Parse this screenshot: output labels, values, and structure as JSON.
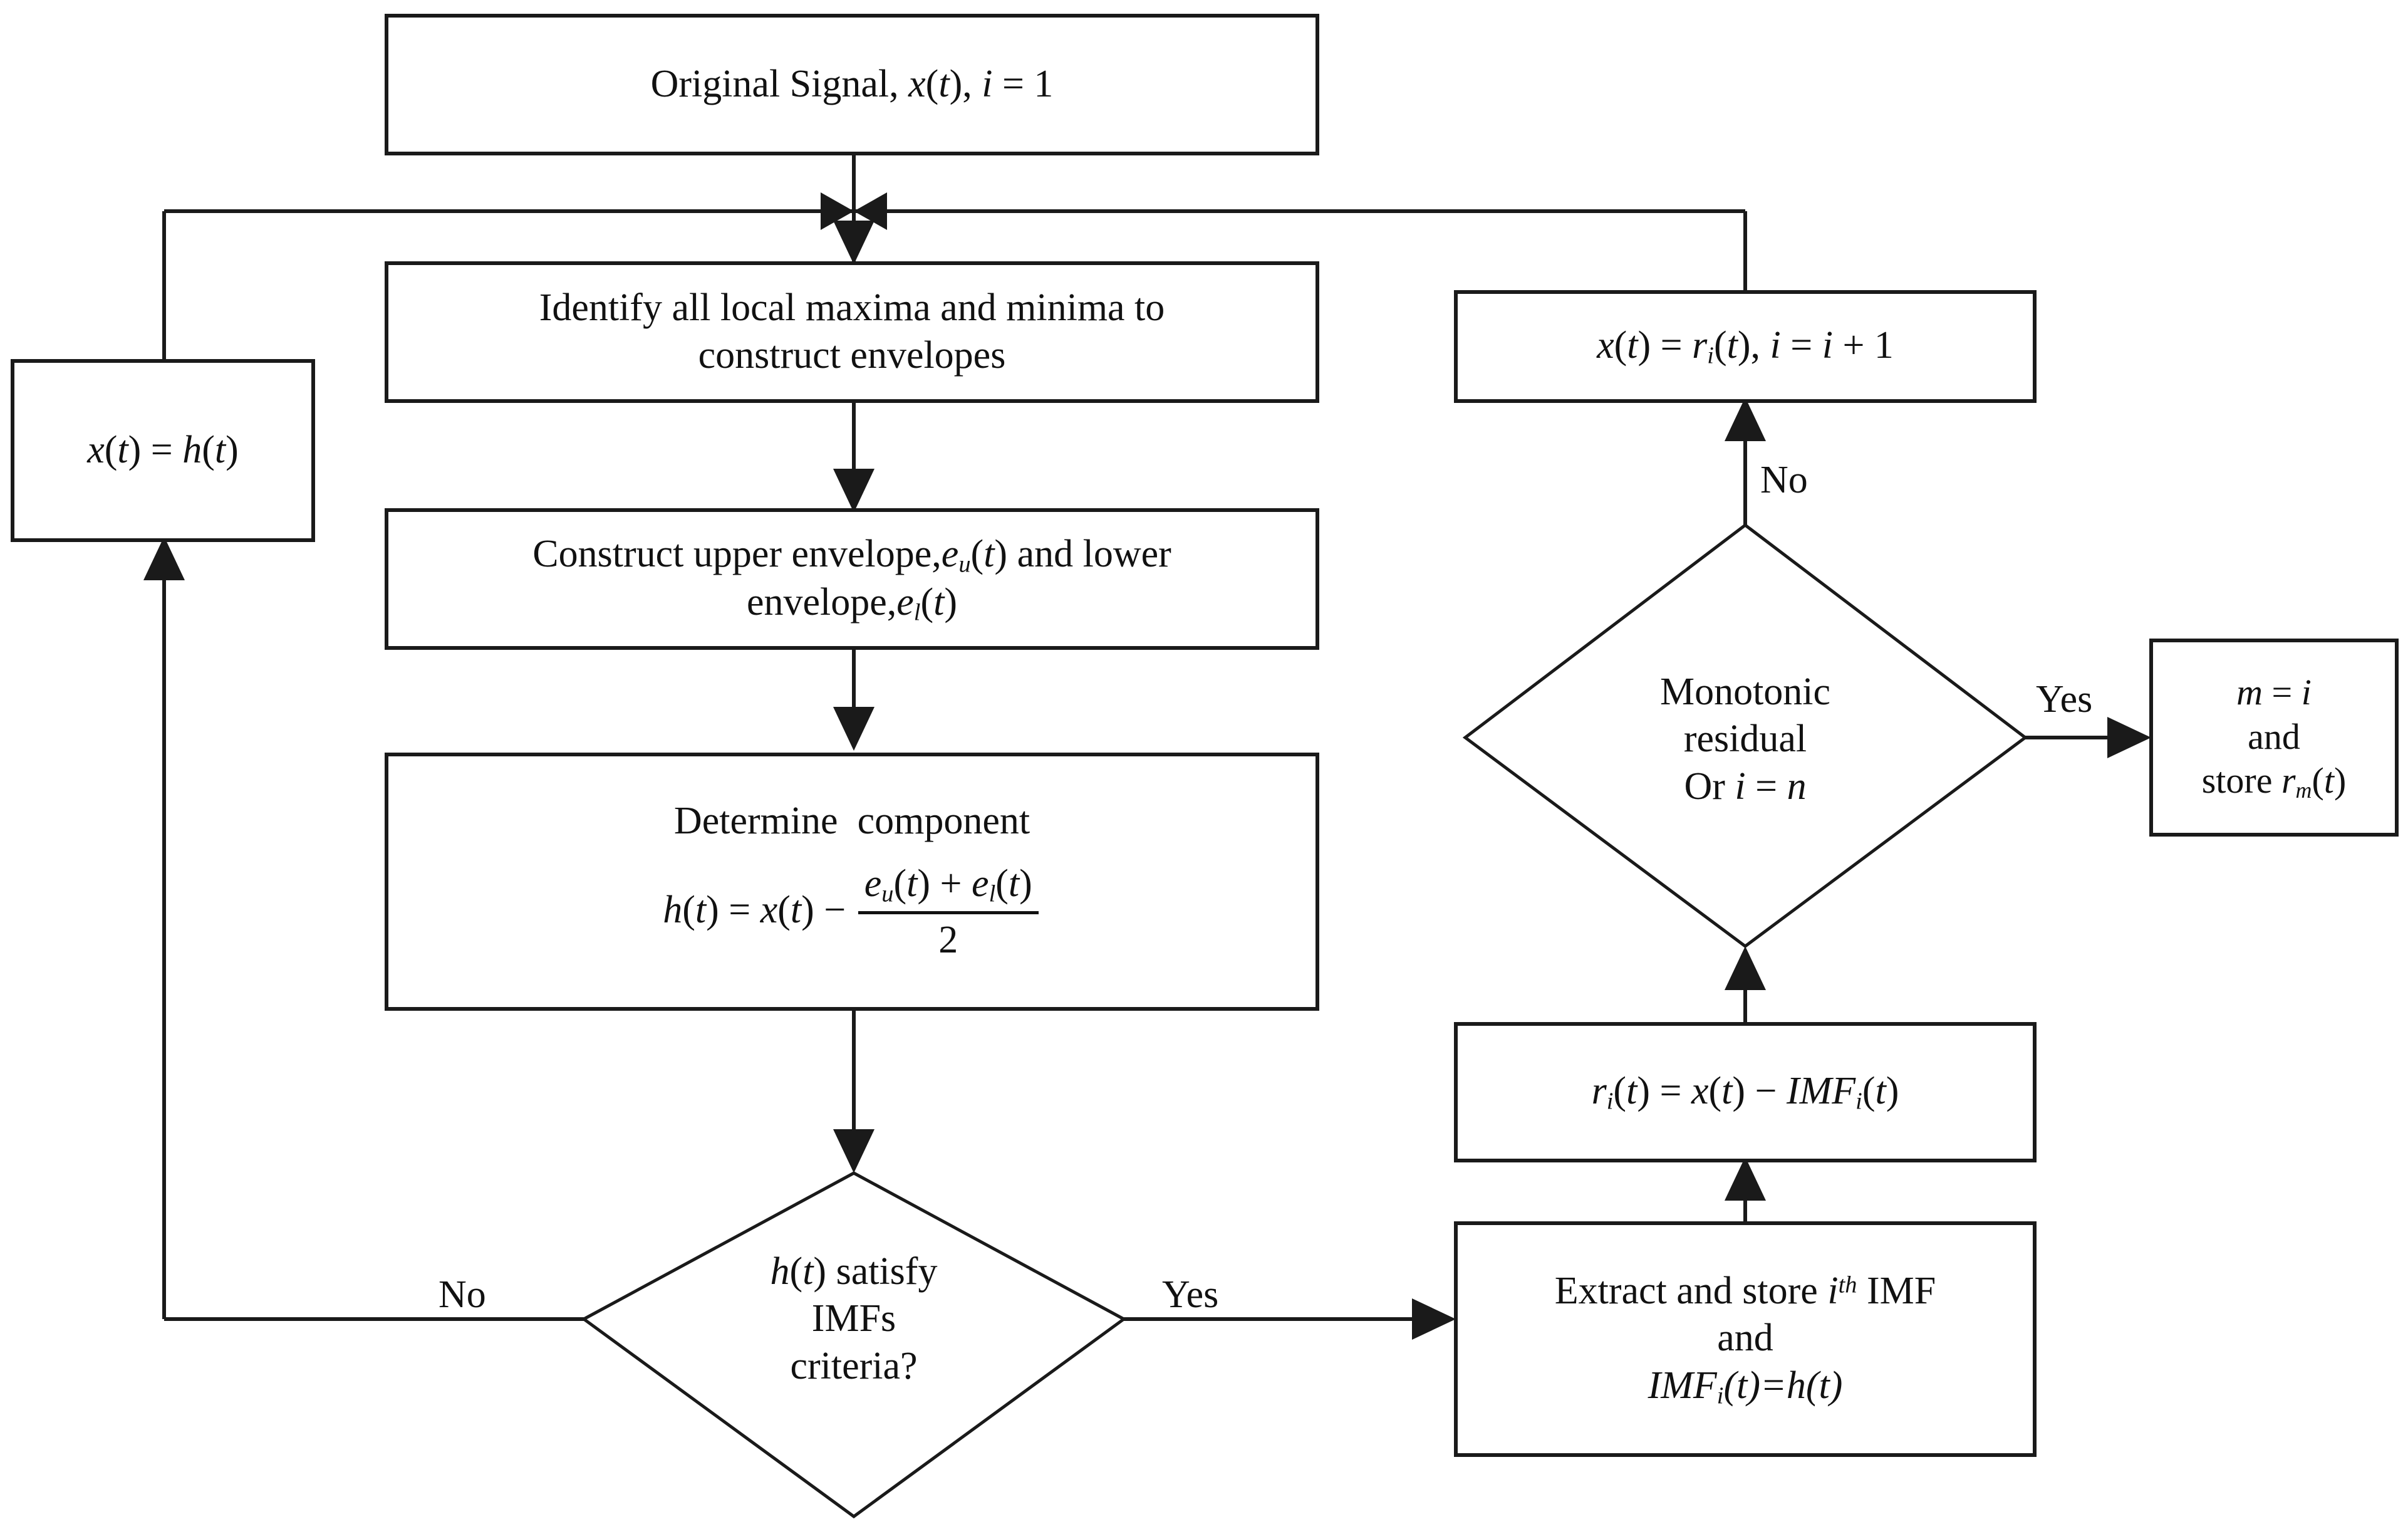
{
  "diagram": {
    "title": "Empirical Mode Decomposition (EMD) sifting process flowchart",
    "background_color": "#ffffff",
    "line_color": "#1a1a1a",
    "text_color": "#111111"
  },
  "nodes": {
    "original_signal": {
      "type": "process",
      "lines": [
        "Original Signal, x(t), i = 1"
      ]
    },
    "identify_extrema": {
      "type": "process",
      "lines": [
        "Identify all local maxima and minima to",
        "construct envelopes"
      ]
    },
    "construct_envelopes": {
      "type": "process",
      "lines": [
        "Construct upper envelope,e_u(t) and lower",
        "envelope,e_l(t)"
      ]
    },
    "determine_component": {
      "type": "process",
      "lines": [
        "Determine  component",
        "h(t) = x(t) - (e_u(t) + e_l(t)) / 2"
      ]
    },
    "imf_criteria": {
      "type": "decision",
      "lines": [
        "h(t) satisfy",
        "IMFs",
        "criteria?"
      ]
    },
    "assign_h": {
      "type": "process",
      "lines": [
        "x(t) = h(t)"
      ]
    },
    "extract_store_imf": {
      "type": "process",
      "lines": [
        "Extract and store i^th IMF",
        "and",
        "IMF_i(t)=h(t)"
      ]
    },
    "residual": {
      "type": "process",
      "lines": [
        "r_i(t) = x(t) - IMF_i(t)"
      ]
    },
    "monotonic_check": {
      "type": "decision",
      "lines": [
        "Monotonic",
        "residual",
        "Or i = n"
      ]
    },
    "update_signal": {
      "type": "process",
      "lines": [
        "x(t) = r_i(t), i = i + 1"
      ]
    },
    "final_store": {
      "type": "process",
      "lines": [
        "m = i",
        "and",
        "store r_m(t)"
      ]
    }
  },
  "edge_labels": {
    "imf_no": "No",
    "imf_yes": "Yes",
    "monotonic_no": "No",
    "monotonic_yes": "Yes"
  }
}
